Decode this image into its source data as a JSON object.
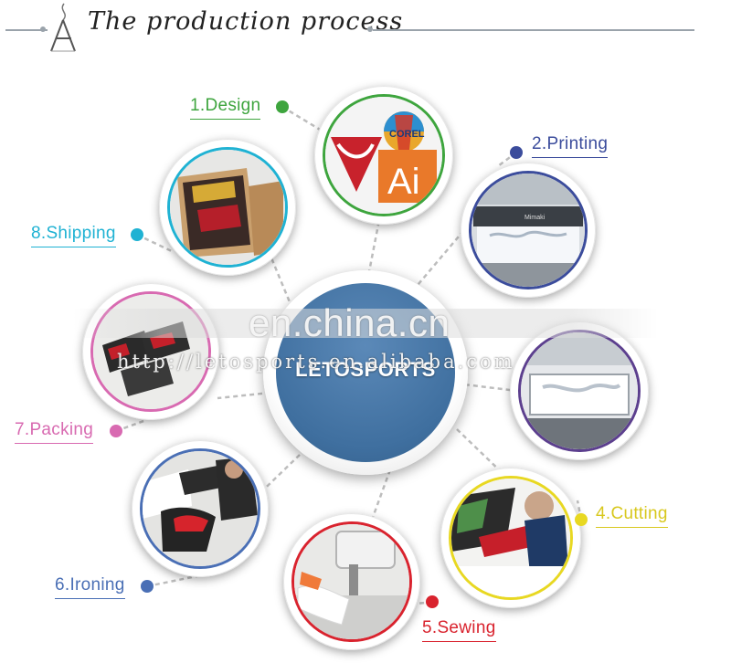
{
  "header": {
    "title": "The production process"
  },
  "center": {
    "label": "LETOSPORTS"
  },
  "watermark": {
    "main": "en.china.cn",
    "url": "http://letosports.en.alibaba.com"
  },
  "design_art": {
    "corel": "COREL",
    "ai": "Ai",
    "printer": "Mimaki"
  },
  "steps": [
    {
      "key": "design",
      "label": "1.Design",
      "color": "#3ea53e",
      "icon": "design-software-icon"
    },
    {
      "key": "printing",
      "label": "2.Printing",
      "color": "#3b4c9c",
      "icon": "printer-photo"
    },
    {
      "key": "transfer",
      "label": "",
      "color": "#5c3f8e",
      "icon": "heat-press-photo"
    },
    {
      "key": "cutting",
      "label": "4.Cutting",
      "color": "#e8d822",
      "icon": "cutting-photo"
    },
    {
      "key": "sewing",
      "label": "5.Sewing",
      "color": "#d9232e",
      "icon": "sewing-machine-photo"
    },
    {
      "key": "ironing",
      "label": "6.Ironing",
      "color": "#4a6fb5",
      "icon": "ironing-photo"
    },
    {
      "key": "packing",
      "label": "7.Packing",
      "color": "#d86ab1",
      "icon": "packing-photo"
    },
    {
      "key": "shipping",
      "label": "8.Shipping",
      "color": "#1fb2d3",
      "icon": "shipping-box-photo"
    }
  ]
}
